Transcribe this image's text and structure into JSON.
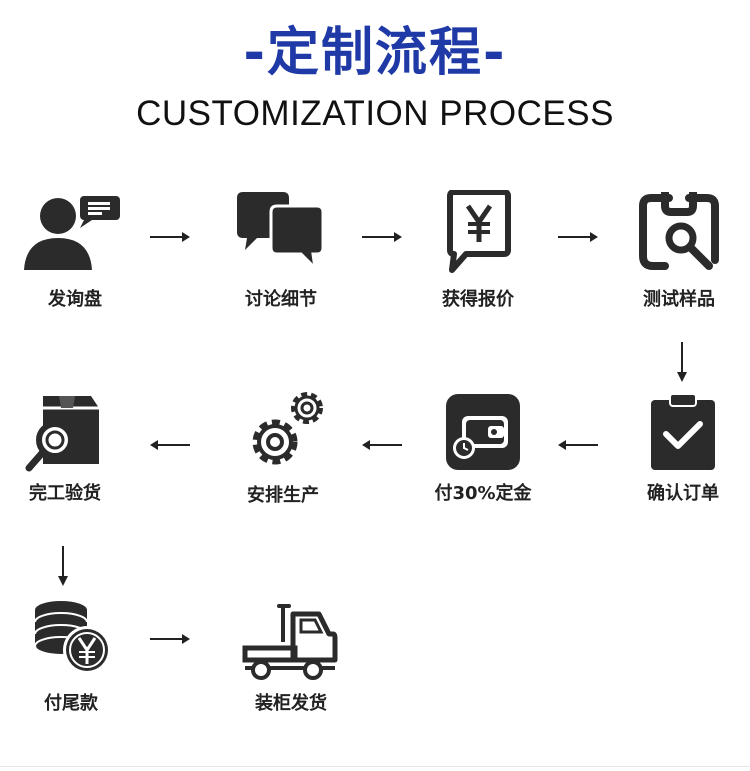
{
  "header": {
    "title_cn": "-定制流程-",
    "title_en": "CUSTOMIZATION PROCESS"
  },
  "steps": [
    {
      "label": "发询盘",
      "icon": "person-chat-icon"
    },
    {
      "label": "讨论细节",
      "icon": "speech-bubbles-icon"
    },
    {
      "label": "获得报价",
      "icon": "yen-bubble-icon"
    },
    {
      "label": "测试样品",
      "icon": "magnifier-board-icon"
    },
    {
      "label": "确认订单",
      "icon": "clipboard-check-icon"
    },
    {
      "label": "付30%定金",
      "icon": "wallet-clock-icon"
    },
    {
      "label": "安排生产",
      "icon": "gears-icon"
    },
    {
      "label": "完工验货",
      "icon": "box-inspect-icon"
    },
    {
      "label": "付尾款",
      "icon": "coins-yen-icon"
    },
    {
      "label": "装柜发货",
      "icon": "truck-icon"
    }
  ],
  "colors": {
    "title": "#1f3aa6",
    "icon": "#2b2b2b",
    "text": "#222222"
  }
}
